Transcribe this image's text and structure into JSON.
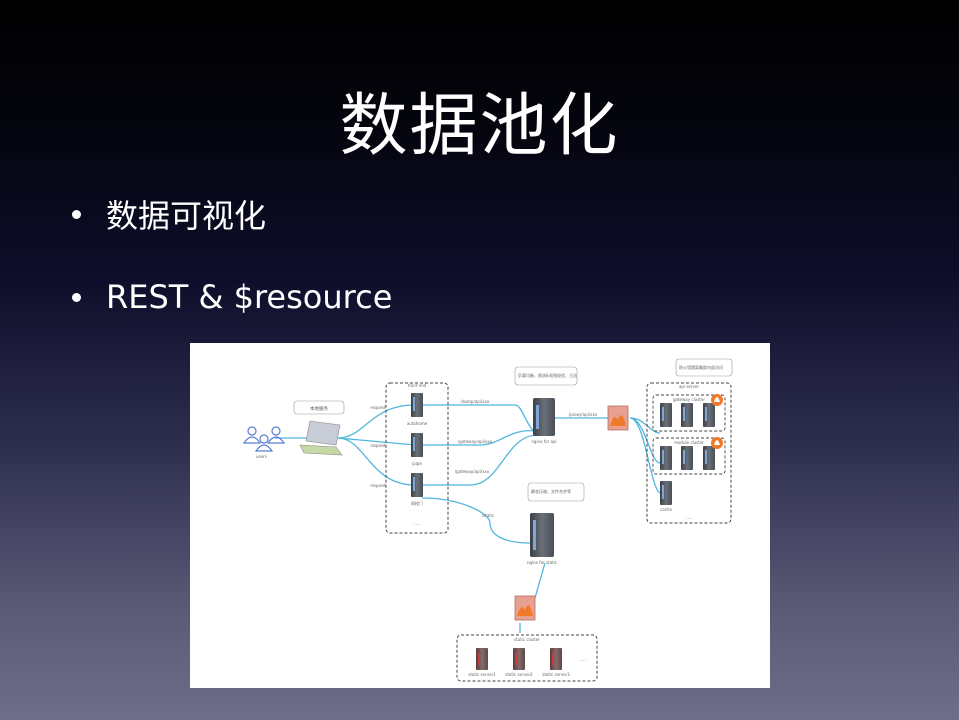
{
  "slide": {
    "title": "数据池化",
    "bullets": [
      {
        "text": "数据可视化"
      },
      {
        "text": "REST & $resource"
      }
    ]
  },
  "diagram": {
    "users_label": "users",
    "client_callout": "本地服务",
    "front_end_group": "front end",
    "front_servers": [
      {
        "label": "autohome"
      },
      {
        "label": "ipipe"
      },
      {
        "label": "网校门"
      }
    ],
    "front_ellipsis": "......",
    "request_labels": [
      "request",
      "request",
      "request"
    ],
    "edge_labels": [
      "/dump/api/xxx",
      "/gateway/api/xxx",
      "/gateway/api/xxx",
      "/static"
    ],
    "nginx_api": {
      "label": "nginx for api",
      "callout": "负载均衡、限流&权限校验、日志"
    },
    "proxy_label": "/proxy/api/xxx",
    "api_server": {
      "group": "api server",
      "callout": "防火墙隔离集群内部访问",
      "cluster1": "gateway cluster",
      "cluster2": "module cluster",
      "extra_server": "cache",
      "ellipsis": "......"
    },
    "nginx_static": {
      "label": "nginx for static",
      "callout": "静态压缩，文件合并等"
    },
    "static_cluster": {
      "group": "static cluster",
      "servers": [
        {
          "label": "static server1"
        },
        {
          "label": "static server2"
        },
        {
          "label": "static server3"
        }
      ],
      "ellipsis": "......"
    },
    "colors": {
      "link": "#4fb7dd",
      "firewall": "#f07a2a",
      "server": "#5a5f66"
    }
  }
}
